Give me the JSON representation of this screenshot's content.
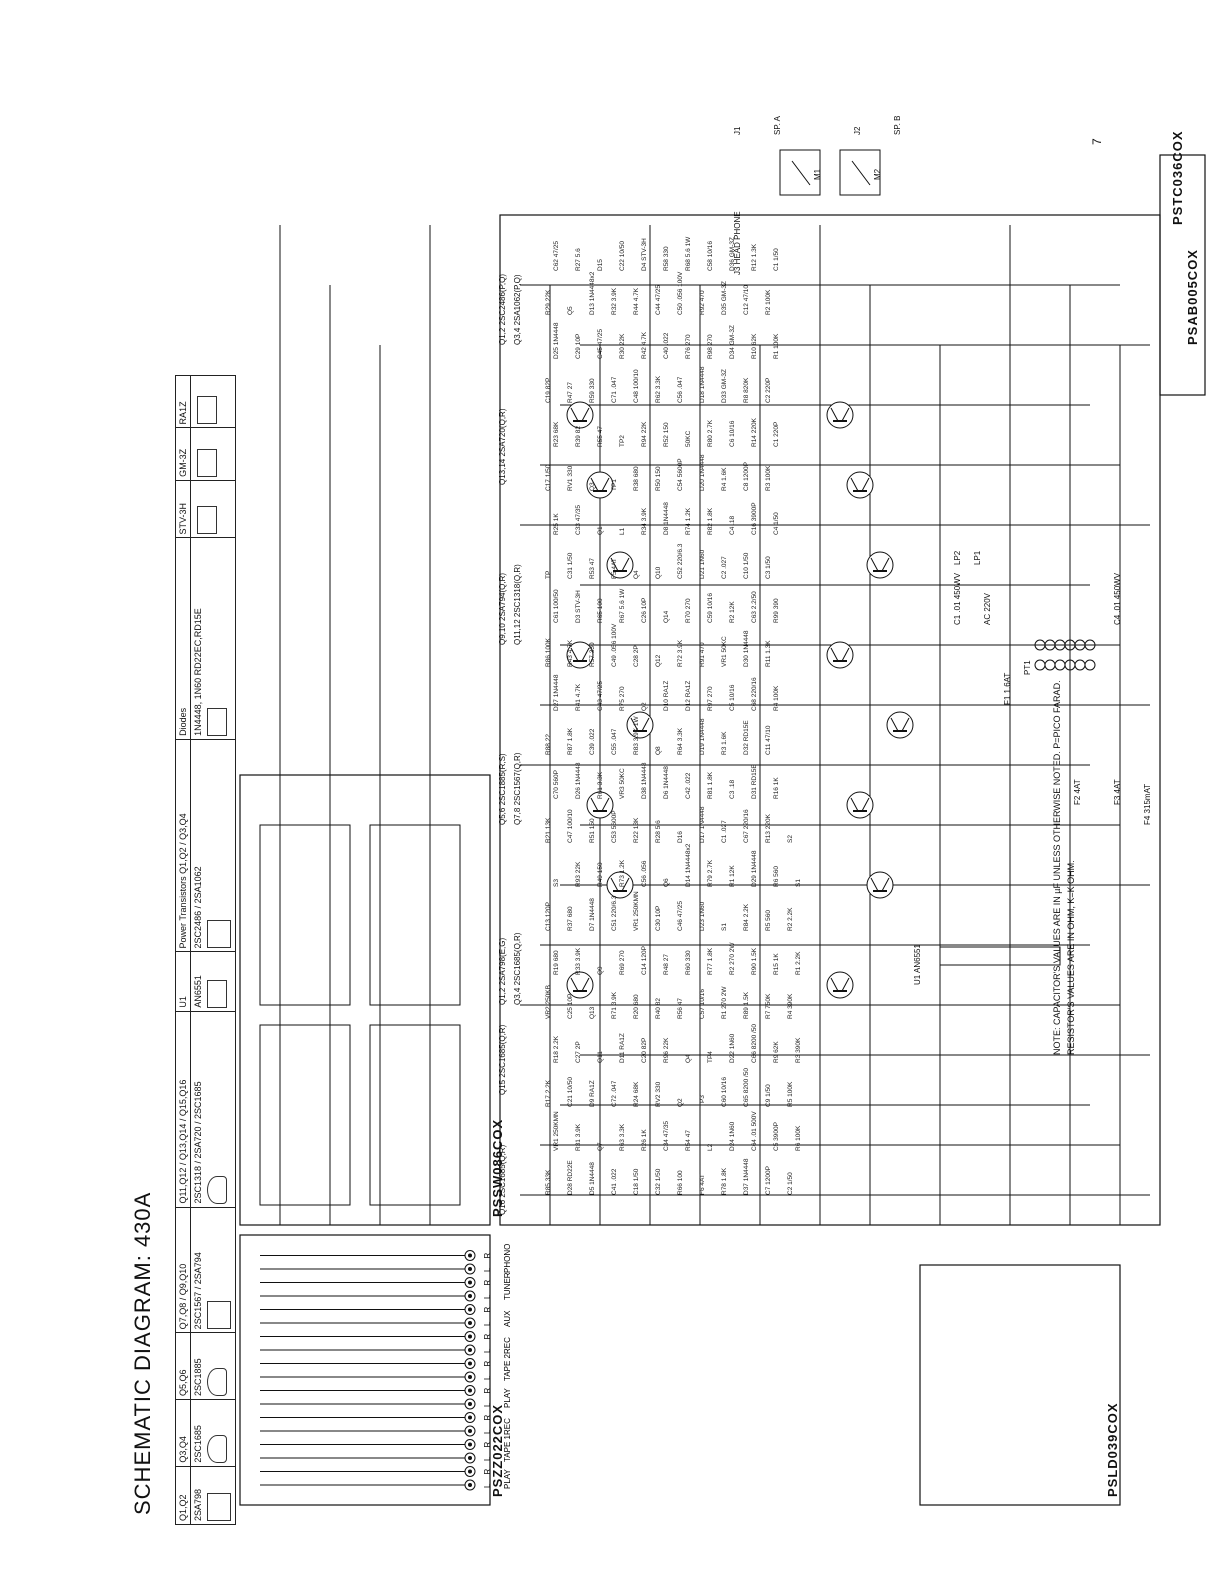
{
  "title": "SCHEMATIC DIAGRAM: 430A",
  "page_number": "7",
  "note_line1": "NOTE: CAPACITOR'S VALUES ARE IN µF UNLESS OTHERWISE NOTED. P=PICO FARAD.",
  "note_line2": "RESISTOR'S VALUES ARE IN OHM, K=K OHM.",
  "boards": {
    "input": "PSZZ022COX",
    "switch": "PSSW086COX",
    "main": "PSAB005COX",
    "tone": "PSTC036COX",
    "led": "PSLD039COX"
  },
  "parts_table": [
    {
      "ref": "Q1,Q2",
      "type": "2SA798"
    },
    {
      "ref": "Q3,Q4",
      "type": "2SC1685"
    },
    {
      "ref": "Q5,Q6",
      "type": "2SC1885"
    },
    {
      "ref": "Q7,Q8 / Q9,Q10",
      "type": "2SC1567 / 2SA794"
    },
    {
      "ref": "Q11,Q12 / Q13,Q14 / Q15,Q16",
      "type": "2SC1318 / 2SA720 / 2SC1685"
    },
    {
      "ref": "U1",
      "type": "AN6551"
    },
    {
      "ref": "Power Transistors Q1,Q2 / Q3,Q4",
      "type": "2SC2486 / 2SA1062"
    },
    {
      "ref": "Diodes",
      "type": "1N4448, 1N60 RD22EC,RD15E"
    },
    {
      "ref": "STV-3H",
      "type": ""
    },
    {
      "ref": "GM-3Z",
      "type": ""
    },
    {
      "ref": "RA1Z",
      "type": ""
    }
  ],
  "inputs": [
    "PLAY",
    "TAPE 1",
    "REC",
    "PLAY",
    "TAPE 2",
    "REC",
    "AUX",
    "TUNER",
    "PHONO"
  ],
  "input_channels": [
    "L",
    "R"
  ],
  "transistor_labels": {
    "q1_2": "Q1,2  2SA798(E,G)",
    "q3_4": "Q3,4  2SC1685(Q,R)",
    "q5_6": "Q5,6  2SC1885(R,S)",
    "q7_8": "Q7,8  2SC1567(Q,R)",
    "q9_10": "Q9,10  2SA794(Q,R)",
    "q11_12": "Q11,12  2SC1318(Q,R)",
    "q13_14": "Q13,14  2SA720(Q,R)",
    "q15": "Q15  2SC1685(Q,R)",
    "q16": "Q16  2SC1685(Q,R)",
    "pwr_q1_2": "Q1,2  2SC2486(P,Q)",
    "pwr_q3_4": "Q3,4  2SA1062(P,Q)"
  },
  "ic_label": "U1  AN6551",
  "outputs": {
    "j1": "J1",
    "j2": "J2",
    "spa": "SP. A",
    "spb": "SP. B",
    "j3": "J3  HEAD PHONE",
    "m1": "M1",
    "m2": "M2"
  },
  "power": {
    "ac": "AC 220V",
    "pt": "PT1",
    "fuse_f1": "F1  1.6AT",
    "fuse_f2": "F2  4AT",
    "fuse_f3": "F3  4AT",
    "fuse_f4": "F4  315mAT",
    "lp1": "LP1",
    "lp2": "LP2",
    "c1": "C1 .01 450WV",
    "c4": "C4 .01 450WV"
  },
  "component_labels": [
    "R85 33K",
    "VR1 250KMN",
    "R17 2.2K",
    "R18 2.2K",
    "VR2 250KB",
    "R19 680",
    "C13 120P",
    "S3",
    "R21 13K",
    "C70 560P",
    "R88 22",
    "D27 1N4448",
    "R86 100K",
    "C61 100/50",
    "TP",
    "R25 1K",
    "C17 1/50",
    "R23 68K",
    "C19 82P",
    "D25 1N4448",
    "R29 22K",
    "C62 47/25",
    "D28 RD22E",
    "R31 3.9K",
    "C21 10/50",
    "C27 2P",
    "C25 10P",
    "R33 3.9K",
    "R37 680",
    "R93 22K",
    "C47 100/10",
    "D26 1N4448",
    "R87 1.8K",
    "R41 4.7K",
    "R43 4.7K",
    "D3 STV-3H",
    "C31 1/50",
    "C33 47/35",
    "RV1 330",
    "R39 82",
    "R47 27",
    "C29 10P",
    "Q5",
    "R27 5.6",
    "D5 1N4448",
    "Q7",
    "D9 RA1Z",
    "Q11",
    "Q13",
    "Q9",
    "D7 1N4448",
    "R49 150",
    "R51 150",
    "R61 3.3K",
    "C39 .022",
    "C43 47/25",
    "R57 330",
    "R65 100",
    "R53 47",
    "Q1",
    "Q3",
    "R55 47",
    "R59 330",
    "C45 47/25",
    "D13 1N4448x2",
    "D15",
    "C41 .022",
    "R63 3.3K",
    "C72 .047",
    "D11 RA1Z",
    "R71 3.9K",
    "R69 270",
    "C51 220/6.3",
    "R73 1.2K",
    "C53 5600P",
    "VR3 50KC",
    "C55 .047",
    "R75 270",
    "C49 .056 100V",
    "R67 5.6 1W",
    "F5 4AT",
    "L1",
    "TP1",
    "TP2",
    "C71 .047",
    "R30 22K",
    "R32 3.9K",
    "C22 10/50",
    "C18 1/50",
    "R26 1K",
    "R24 68K",
    "C20 82P",
    "R20 680",
    "C14 120P",
    "VR1 250KMN",
    "C56 .056",
    "R22 13K",
    "D38 1N4448",
    "R83 3.9K 1W",
    "Q2",
    "C28 2P",
    "C26 10P",
    "Q4",
    "R34 3.9K",
    "R38 680",
    "R94 22K",
    "C48 100/10",
    "R42 4.7K",
    "R44 4.7K",
    "D4 STV-3H",
    "C32 1/50",
    "C34 47/35",
    "RV2 330",
    "R96 22K",
    "R40 82",
    "R48 27",
    "C30 10P",
    "Q6",
    "R28 5.6",
    "D6 1N4448",
    "Q8",
    "D10 RA1Z",
    "Q12",
    "Q14",
    "Q10",
    "D8 1N4448",
    "R50 150",
    "R52 150",
    "R62 3.3K",
    "C40 .022",
    "C44 47/25",
    "R58 330",
    "R66 100",
    "R54 47",
    "Q2",
    "Q4",
    "R56 47",
    "R60 330",
    "C46 47/25",
    "D14 1N4448x2",
    "D16",
    "C42 .022",
    "R64 3.3K",
    "D12 RA1Z",
    "R72 3.9K",
    "R70 270",
    "C52 220/6.3",
    "R74 1.2K",
    "C54 5600P",
    "50KC",
    "C56 .047",
    "R76 270",
    "C50 .056 100V",
    "R68 5.6 1W",
    "F6 4AT",
    "L2",
    "TP3",
    "TP4",
    "C57 10/16",
    "R77 1.8K",
    "D23 1N60",
    "R79 2.7K",
    "D17 1N4448",
    "R81 1.8K",
    "D19 1N4448",
    "R97 270",
    "R91 470",
    "C59 10/16",
    "D21 1N60",
    "R82 1.8K",
    "D20 1N4448",
    "R80 2.7K",
    "D18 1N4448",
    "R98 270",
    "R92 470",
    "C58 10/16",
    "R78 1.8K",
    "D24 1N60",
    "C60 10/16",
    "D22 1N60",
    "R1 270 2W",
    "R2 270 2W",
    "S1",
    "R1 12K",
    "C1 .027",
    "C3 .18",
    "R3 1.6K",
    "C5 10/16",
    "VR1 50KC",
    "R2 12K",
    "C2 .027",
    "C4 .18",
    "R4 1.6K",
    "C6 10/16",
    "D33 GM-3Z",
    "D34 GM-3Z",
    "D35 GM-3Z",
    "D36 GM-3Z",
    "D37 1N4448",
    "C64 .01 500V",
    "C65 8200 /50",
    "C66 8200 /50",
    "R89 1.5K",
    "R90 1.5K",
    "R84 2.2K",
    "D29 1N4448",
    "C67 220/16",
    "D31 RD15E",
    "D32 RD15E",
    "C68 220/16",
    "D30 1N4448",
    "C63 2.2/50",
    "C10 1/50",
    "C16 3900P",
    "C8 1200P",
    "R14 220K",
    "R8 820K",
    "R10 62K",
    "C12 47/10",
    "R12 1.3K",
    "C7 1200P",
    "C5 3900P",
    "C9 1/50",
    "R9 62K",
    "R7 750K",
    "R15 1K",
    "R5 560",
    "R6 560",
    "R13 220K",
    "R16 1K",
    "C11 47/10",
    "R4 100K",
    "R11 1.3K",
    "R99 390",
    "C3 1/50",
    "C4 1/50",
    "R3 100K",
    "C1 220P",
    "C2 220P",
    "R1 100K",
    "R2 100K",
    "C1 1/50",
    "C2 1/50",
    "R6 100K",
    "R5 100K",
    "R3 390K",
    "R4 390K",
    "R1 2.2K",
    "R2 2.2K",
    "S1",
    "S2"
  ]
}
